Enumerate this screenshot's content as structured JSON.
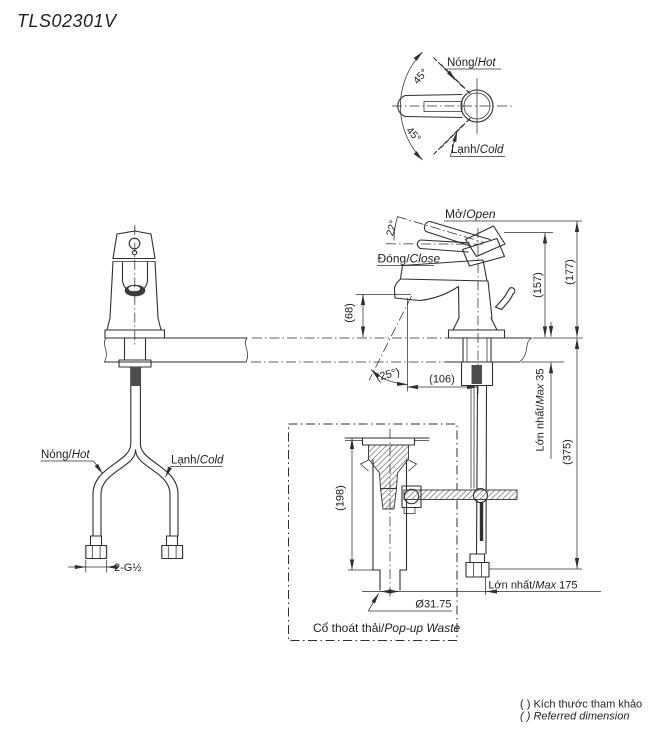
{
  "title": "TLS02301V",
  "top_view": {
    "hot_vi": "Nóng/",
    "hot_en": "Hot",
    "cold_vi": "Lạnh/",
    "cold_en": "Cold",
    "angle_upper": "45°",
    "angle_lower": "45°"
  },
  "side_view": {
    "open_vi": "Mở/",
    "open_en": "Open",
    "close_vi": "Đóng/",
    "close_en": "Close",
    "open_angle": "22°",
    "height_closed": "(157)",
    "height_open": "(177)",
    "spout_height": "(68)",
    "spray_angle": "(25°)",
    "spout_reach": "(106)",
    "hose_drop": "(375)",
    "max_counter_vi": "Lớn nhất/",
    "max_counter_it": "Max",
    "max_counter_val": " 35",
    "max_hose_vi": "Lớn nhất/",
    "max_hose_it": "Max",
    "max_hose_val": " 175"
  },
  "front_view": {
    "hot_vi": "Nóng/",
    "hot_en": "Hot",
    "cold_vi": "Lạnh/",
    "cold_en": "Cold",
    "thread": "2-G½"
  },
  "popup_waste": {
    "height": "(198)",
    "diameter": "Ø31.75",
    "label_vi": "Cổ thoát thải/",
    "label_en": "Pop-up Waste"
  },
  "footnotes": {
    "vi": "( ) Kích thước tham khảo",
    "en": "( ) Referred dimension"
  }
}
